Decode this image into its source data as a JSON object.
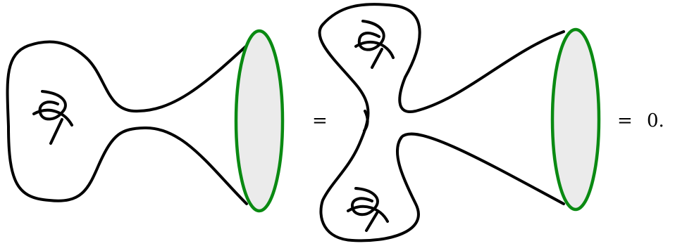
{
  "equation": {
    "first_equals": "=",
    "second_equals": "=",
    "result": "0."
  },
  "colors": {
    "boundary_stroke": "#0a8a12",
    "boundary_fill": "#ebebeb",
    "surface_stroke": "#000000"
  },
  "figures": [
    {
      "name": "genus-one-surface-with-boundary",
      "handles": 1,
      "boundary_circles": 1
    },
    {
      "name": "genus-two-surface-with-boundary",
      "handles": 2,
      "boundary_circles": 1
    }
  ]
}
